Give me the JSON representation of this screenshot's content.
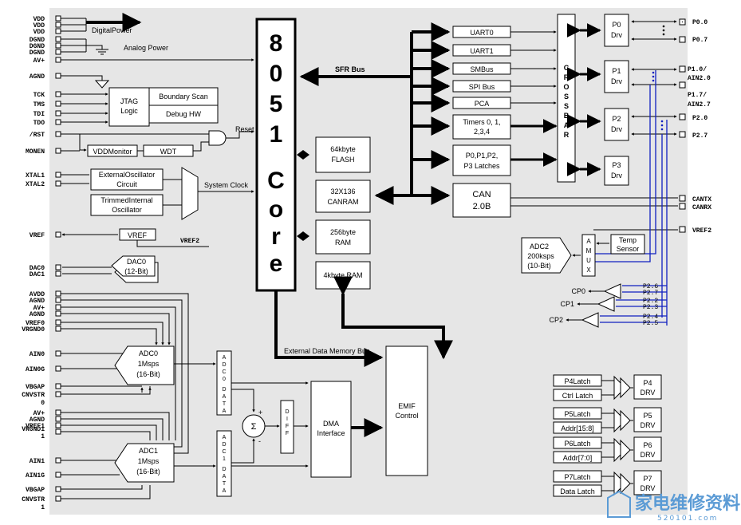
{
  "power": {
    "vdd": [
      "VDD",
      "VDD",
      "VDD"
    ],
    "dgnd": [
      "DGND",
      "DGND",
      "DGND"
    ],
    "avplus": "AV+",
    "agnd": "AGND",
    "digital_power": "DigitalPower",
    "analog_power": "Analog Power"
  },
  "jtag": {
    "pins": [
      "TCK",
      "TMS",
      "TDI",
      "TDO"
    ],
    "logic_line1": "JTAG",
    "logic_line2": "Logic",
    "boundary_scan": "Boundary Scan",
    "debug_hw": "Debug HW"
  },
  "reset": {
    "rst_pin": "/RST",
    "monen_pin": "MONEN",
    "label": "Reset",
    "vdd_monitor": "VDDMonitor",
    "wdt": "WDT"
  },
  "clock": {
    "xtal1": "XTAL1",
    "xtal2": "XTAL2",
    "ext_osc_line1": "ExternalOscillator",
    "ext_osc_line2": "Circuit",
    "trim_osc_line1": "TrimmedInternal",
    "trim_osc_line2": "Oscillator",
    "system_clock": "System  Clock"
  },
  "vref": {
    "pin": "VREF",
    "block": "VREF",
    "net": "VREF2"
  },
  "dac": {
    "pins": [
      "DAC0",
      "DAC1"
    ],
    "line1": "DAC0",
    "line2": "(12-Bit)"
  },
  "core": {
    "chars": [
      "8",
      "0",
      "5",
      "1",
      "C",
      "o",
      "r",
      "e"
    ]
  },
  "memory": {
    "flash_line1": "64kbyte",
    "flash_line2": "FLASH",
    "canram_line1": "32X136",
    "canram_line2": "CANRAM",
    "ram_line1": "256byte",
    "ram_line2": "RAM",
    "xram": "4kbyte RAM"
  },
  "buses": {
    "sfr": "SFR Bus",
    "ext_mem": "External Data Memory Bus"
  },
  "peripherals": [
    "UART0",
    "UART1",
    "SMBus",
    "SPI Bus",
    "PCA"
  ],
  "timers": {
    "line1": "Timers 0, 1,",
    "line2": "2,3,4"
  },
  "latches": {
    "line1": "P0,P1,P2,",
    "line2": "P3 Latches"
  },
  "can": {
    "line1": "CAN",
    "line2": "2.0B",
    "pins": [
      "CANTX",
      "CANRX"
    ]
  },
  "crossbar": {
    "chars": [
      "C",
      "R",
      "O",
      "S",
      "S",
      "B",
      "A",
      "R"
    ]
  },
  "port_drivers": [
    {
      "line1": "P0",
      "line2": "Drv"
    },
    {
      "line1": "P1",
      "line2": "Drv"
    },
    {
      "line1": "P2",
      "line2": "Drv"
    },
    {
      "line1": "P3",
      "line2": "Drv"
    }
  ],
  "port_pins": {
    "p0_0": "P0.0",
    "p0_7": "P0.7",
    "p1_0": "P1.0/",
    "ain2_0": "AIN2.0",
    "p1_7": "P1.7/",
    "ain2_7": "AIN2.7",
    "p2_0": "P2.0",
    "p2_7": "P2.7",
    "vref2": "VREF2"
  },
  "adc2": {
    "line1": "ADC2",
    "line2": "200ksps",
    "line3": "(10-Bit)",
    "amux": [
      "A",
      "M",
      "U",
      "X"
    ],
    "temp_line1": "Temp",
    "temp_line2": "Sensor"
  },
  "comparators": {
    "cp0": "CP0",
    "cp1": "CP1",
    "cp2": "CP2",
    "inputs": [
      "P2.6",
      "P2.7",
      "P2.2",
      "P2.3",
      "P2.4",
      "P2.5"
    ]
  },
  "adc0": {
    "pins": [
      "AVDD",
      "AGND",
      "AV+",
      "AGND",
      "VREF0",
      "VRGND0"
    ],
    "ain": [
      "AIN0",
      "AIN0G"
    ],
    "vbgap": [
      "VBGAP",
      "CNVSTR",
      "0"
    ],
    "line1": "ADC0",
    "line2": "1Msps",
    "line3": "(16-Bit)",
    "data": [
      "A",
      "D",
      "C",
      "0",
      "",
      "D",
      "A",
      "T",
      "A"
    ]
  },
  "adc1": {
    "pins": [
      "AV+",
      "AGND",
      "VREF1",
      "VRGND1",
      "1"
    ],
    "ain": [
      "AIN1",
      "AIN1G"
    ],
    "vbgap": [
      "VBGAP",
      "CNVSTR",
      "1"
    ],
    "line1": "ADC1",
    "line2": "1Msps",
    "line3": "(16-Bit)",
    "data": [
      "A",
      "D",
      "C",
      "1",
      "",
      "D",
      "A",
      "T",
      "A"
    ]
  },
  "dsp": {
    "sigma": "Σ",
    "plus": "+",
    "minus": "-",
    "diff": [
      "D",
      "I",
      "F",
      "F"
    ]
  },
  "dma": {
    "line1": "DMA",
    "line2": "Interface"
  },
  "emif": {
    "line1": "EMIF",
    "line2": "Control"
  },
  "emif_ports": [
    {
      "inputs": [
        "P4Latch",
        "Ctrl Latch"
      ],
      "line1": "P4",
      "line2": "DRV"
    },
    {
      "inputs": [
        "P5Latch",
        "Addr[15:8]"
      ],
      "line1": "P5",
      "line2": "DRV"
    },
    {
      "inputs": [
        "P6Latch",
        "Addr[7:0]"
      ],
      "line1": "P6",
      "line2": "DRV"
    },
    {
      "inputs": [
        "P7Latch",
        "Data Latch"
      ],
      "line1": "P7",
      "line2": "DRV"
    }
  ],
  "watermark": {
    "text": "家电维修资料网",
    "url": "520101.com"
  },
  "colors": {
    "background": "#e6e6e6",
    "blue_wire": "#1020c0",
    "watermark": "#5b9bd5"
  }
}
